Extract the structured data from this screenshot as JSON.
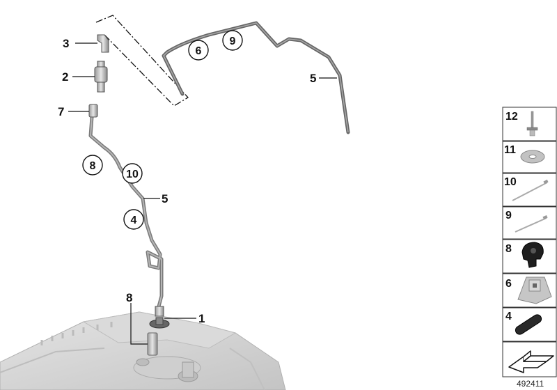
{
  "callouts": {
    "c3": "3",
    "c2": "2",
    "c7": "7",
    "c8a": "8",
    "c10": "10",
    "c5a": "5",
    "c4": "4",
    "c6": "6",
    "c9": "9",
    "c5b": "5",
    "c8b": "8",
    "c1": "1"
  },
  "legend": [
    {
      "label": "12",
      "icon": "bolt-icon"
    },
    {
      "label": "11",
      "icon": "washer-icon"
    },
    {
      "label": "10",
      "icon": "cable-tie-icon"
    },
    {
      "label": "9",
      "icon": "cable-tie-icon"
    },
    {
      "label": "8",
      "icon": "clip-icon"
    },
    {
      "label": "6",
      "icon": "nut-clip-icon"
    },
    {
      "label": "4",
      "icon": "hose-icon"
    }
  ],
  "doc_number": "492411"
}
